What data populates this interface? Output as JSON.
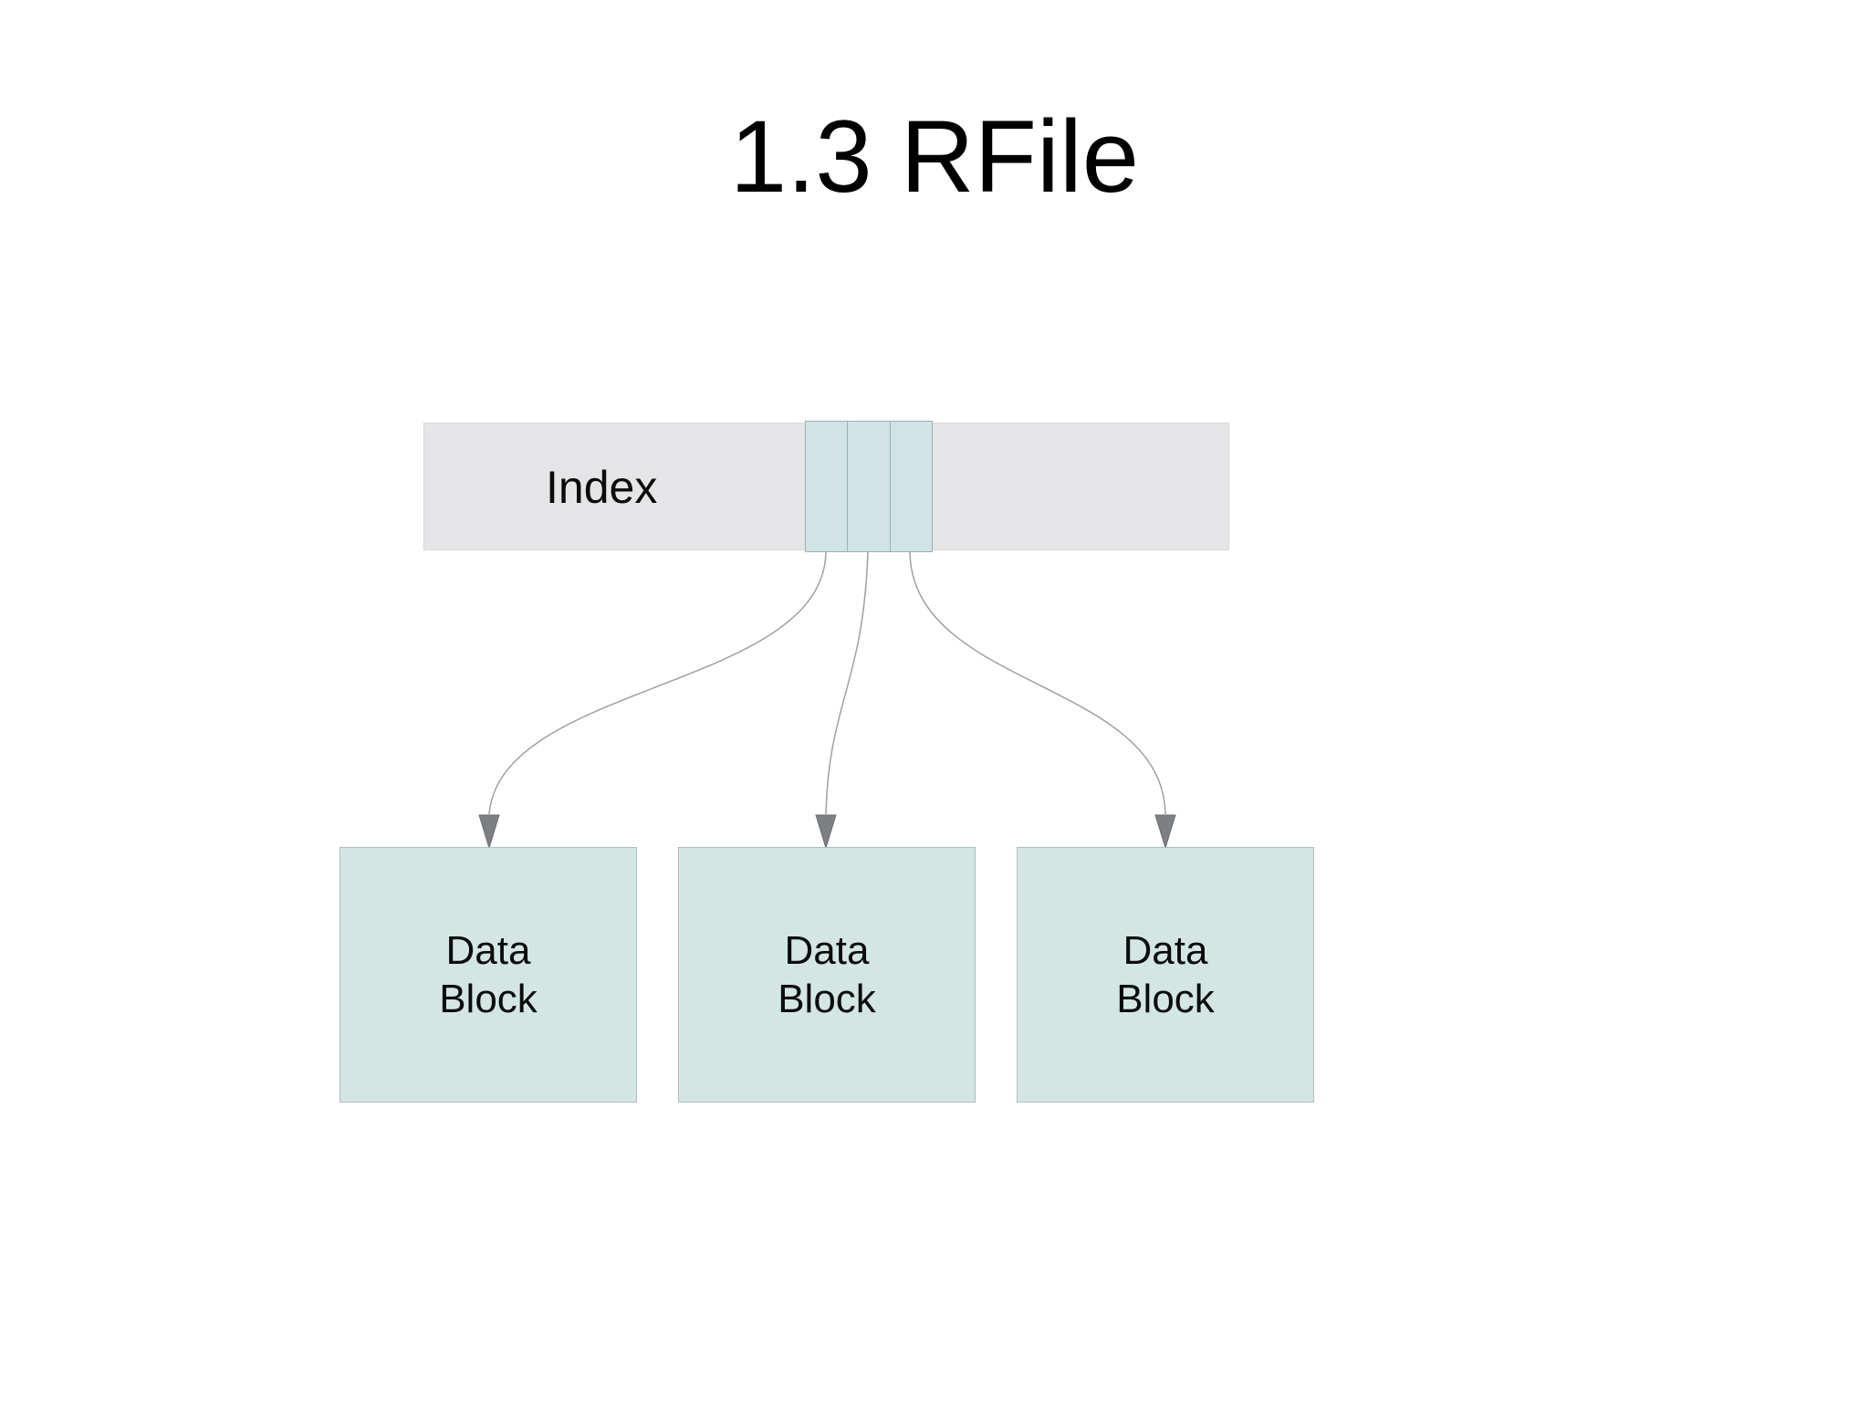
{
  "slide": {
    "title": "1.3 RFile"
  },
  "index_bar": {
    "label": "Index",
    "highlighted_cell_count": 3
  },
  "data_blocks": [
    {
      "label": "Data\nBlock"
    },
    {
      "label": "Data\nBlock"
    },
    {
      "label": "Data\nBlock"
    }
  ],
  "connectors": {
    "count": 3,
    "from": "index-highlighted-cells",
    "to": "data-blocks"
  },
  "colors": {
    "background": "#ffffff",
    "title_text": "#000000",
    "bar_fill": "#e5e4e6",
    "bar_border": "#d8d8da",
    "cell_fill": "#d0e4e5",
    "cell_border": "#98b2b3",
    "block_fill": "#d3e6e3",
    "block_border": "#adbdbd",
    "block_text": "#0c0c0c",
    "connector_line": "#a0a0a0",
    "arrowhead_fill": "#7d8082",
    "arrowhead_stroke": "#6a6e70"
  }
}
